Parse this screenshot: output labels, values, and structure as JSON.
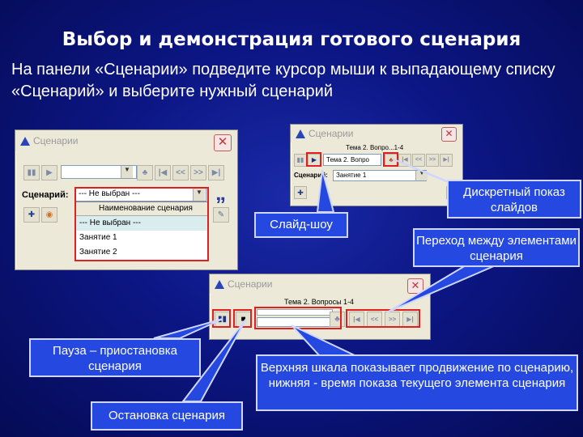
{
  "title": "Выбор и демонстрация готового сценария",
  "intro": "На панели «Сценарии» подведите курсор мыши к выпадающему списку «Сценарий» и выберите нужный сценарий",
  "window1": {
    "title": "Сценарии",
    "scenario_label": "Сценарий:",
    "scenario_value": "--- Не выбран ---",
    "list_header": "Наименование сценария",
    "list_items": [
      "--- Не выбран ---",
      "Занятие 1",
      "Занятие 2"
    ],
    "quote_glyph": "„"
  },
  "window2": {
    "title": "Сценарии",
    "topic": "Тема 2. Вопро...1-4",
    "topic_field": "Тема 2. Вопро",
    "scenario_label": "Сценарий:",
    "scenario_value": "Занятие 1"
  },
  "window3": {
    "title": "Сценарии",
    "topic": "Тема 2. Вопросы 1-4"
  },
  "callouts": {
    "slideshow": "Слайд-шоу",
    "discrete": "Дискретный показ слайдов",
    "navigation": "Переход между элементами сценария",
    "pause": "Пауза – приостановка сценария",
    "stop": "Остановка сценария",
    "scales": "Верхняя шкала показывает продвижение по сценарию, нижняя - время показа текущего элемента сценария"
  },
  "colors": {
    "background": "#0c1684",
    "callout_fill": "#2448e0",
    "highlight": "#e02020"
  }
}
